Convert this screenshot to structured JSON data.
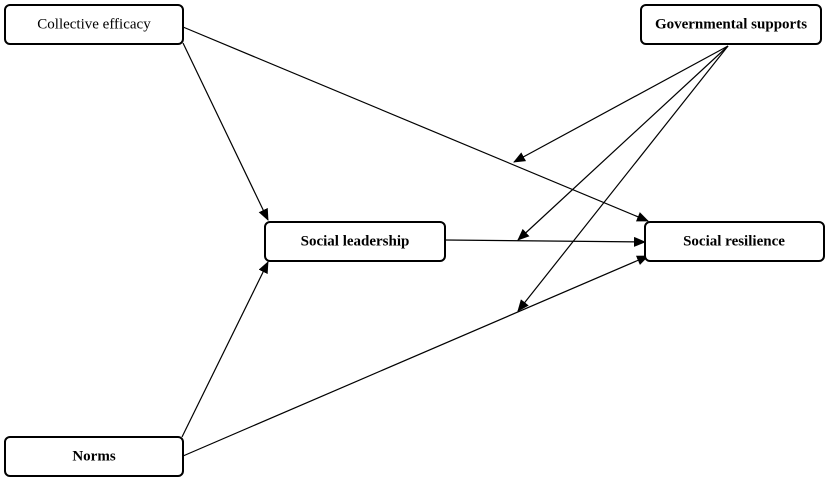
{
  "nodes": {
    "collective_efficacy": {
      "label": "Collective efficacy",
      "bold": false
    },
    "governmental_supports": {
      "label": "Governmental supports",
      "bold": true
    },
    "social_leadership": {
      "label": "Social leadership",
      "bold": true
    },
    "social_resilience": {
      "label": "Social resilience",
      "bold": true
    },
    "norms": {
      "label": "Norms",
      "bold": true
    }
  },
  "edges": [
    {
      "from": "collective_efficacy",
      "to": "social_leadership"
    },
    {
      "from": "collective_efficacy",
      "to": "social_resilience"
    },
    {
      "from": "norms",
      "to": "social_leadership"
    },
    {
      "from": "norms",
      "to": "social_resilience"
    },
    {
      "from": "social_leadership",
      "to": "social_resilience"
    },
    {
      "from": "governmental_supports",
      "to": "path:collective_efficacy->social_resilience",
      "type": "moderation"
    },
    {
      "from": "governmental_supports",
      "to": "path:social_leadership->social_resilience",
      "type": "moderation"
    },
    {
      "from": "governmental_supports",
      "to": "path:norms->social_resilience",
      "type": "moderation"
    }
  ],
  "colors": {
    "stroke": "#000000",
    "background": "#ffffff"
  }
}
